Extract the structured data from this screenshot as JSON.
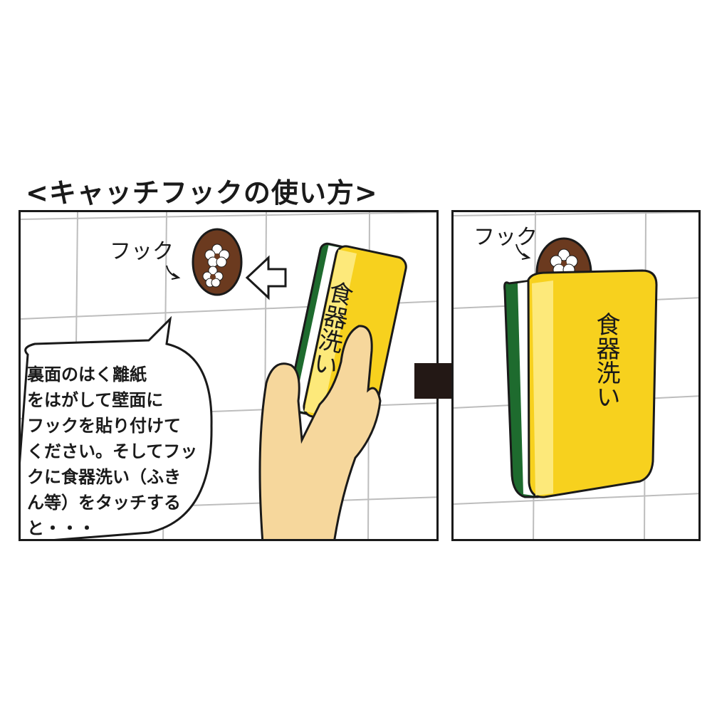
{
  "title": "<キャッチフックの使い方>",
  "left_panel": {
    "hook_label": "フック",
    "sponge_label": "食器洗い",
    "instruction_lines": [
      "裏面のはく離紙",
      "をはがして壁面に",
      "フックを貼り付けて",
      "ください。そしてフッ",
      "クに食器洗い（ふき",
      "ん等）をタッチする",
      "と・・・"
    ]
  },
  "right_panel": {
    "hook_label": "フック",
    "sponge_label": "食器洗い"
  },
  "colors": {
    "hook_brown": "#6b3a1f",
    "sponge_yellow": "#f7d11e",
    "sponge_green": "#1e6b2e",
    "hand_skin": "#f6d79c",
    "arrow_black": "#231815"
  }
}
